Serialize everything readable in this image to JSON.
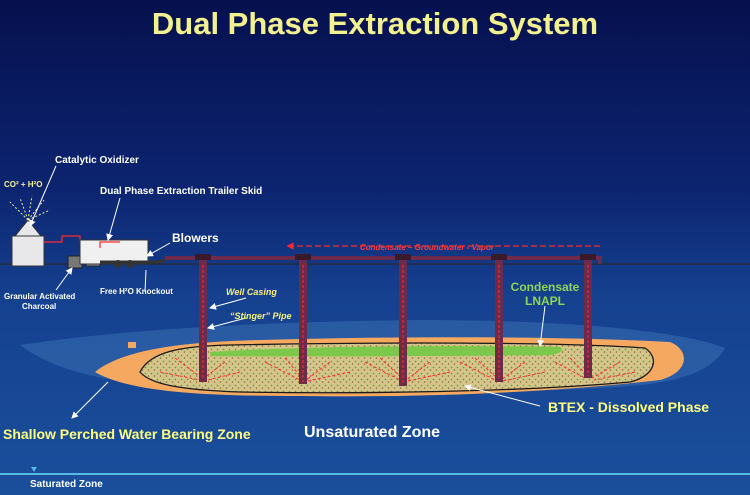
{
  "title": "Dual Phase Extraction System",
  "labels": {
    "catalytic_oxidizer": "Catalytic Oxidizer",
    "co2_h2o": "CO² + H²O",
    "trailer_skid": "Dual Phase Extraction Trailer Skid",
    "blowers": "Blowers",
    "granular_line1": "Granular Activated",
    "granular_line2": "Charcoal",
    "knockout": "Free H²O Knockout",
    "flow": "Condensate – Groundwater - Vapor",
    "well_casing": "Well Casing",
    "stinger_pipe": "“Stinger” Pipe",
    "condensate_line1": "Condensate",
    "condensate_line2": "LNAPL",
    "btex": "BTEX - Dissolved Phase",
    "shallow_zone": "Shallow Perched Water Bearing Zone",
    "unsaturated_zone": "Unsaturated Zone",
    "saturated_zone": "Saturated Zone"
  },
  "colors": {
    "title": "#f3f08e",
    "pipe": "#6d2a4a",
    "flow_arrow": "#ff2a2a",
    "plume_orange": "#f4a860",
    "lnapl_green": "#7cc84a",
    "zone_text": "#ffff80",
    "saturated_line": "#55b8e6"
  },
  "icons": [
    "arrow-left-icon",
    "arrow-down-icon",
    "arrow-up-icon"
  ]
}
